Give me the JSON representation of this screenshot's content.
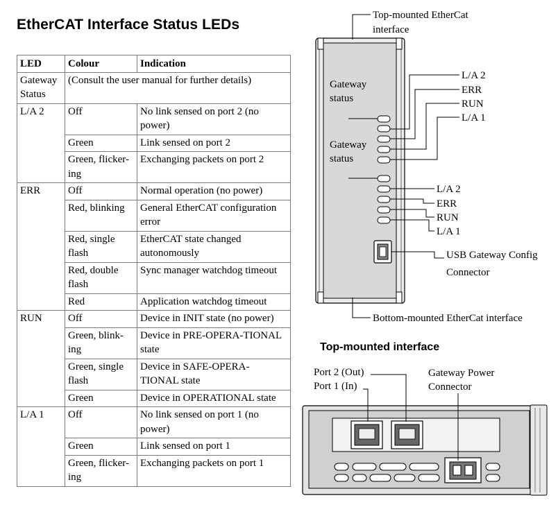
{
  "title": "EtherCAT Interface Status LEDs",
  "table": {
    "headers": [
      "LED",
      "Colour",
      "Indication"
    ],
    "gateway_status": {
      "led": "Gateway Status",
      "note": "(Consult the user manual for further details)"
    },
    "groups": [
      {
        "led": "L/A 2",
        "rows": [
          {
            "colour": "Off",
            "indication": "No link sensed on port 2 (no power)"
          },
          {
            "colour": "Green",
            "indication": "Link sensed on port 2"
          },
          {
            "colour": "Green, flicker-ing",
            "indication": "Exchanging packets on port 2"
          }
        ]
      },
      {
        "led": "ERR",
        "rows": [
          {
            "colour": "Off",
            "indication": "Normal operation (no power)"
          },
          {
            "colour": "Red, blinking",
            "indication": "General EtherCAT configuration error"
          },
          {
            "colour": "Red, single flash",
            "indication": "EtherCAT state changed autonomously"
          },
          {
            "colour": "Red, double flash",
            "indication": "Sync manager watchdog timeout"
          },
          {
            "colour": "Red",
            "indication": "Application watchdog timeout"
          }
        ]
      },
      {
        "led": "RUN",
        "rows": [
          {
            "colour": "Off",
            "indication": "Device in INIT state (no power)"
          },
          {
            "colour": "Green, blink-ing",
            "indication": "Device in PRE-OPERA-TIONAL state"
          },
          {
            "colour": "Green, single flash",
            "indication": "Device in SAFE-OPERA-TIONAL state"
          },
          {
            "colour": "Green",
            "indication": "Device in OPERATIONAL state"
          }
        ]
      },
      {
        "led": "L/A 1",
        "rows": [
          {
            "colour": "Off",
            "indication": "No link sensed on port 1 (no power)"
          },
          {
            "colour": "Green",
            "indication": "Link sensed on port 1"
          },
          {
            "colour": "Green, flicker-ing",
            "indication": "Exchanging packets on port 1"
          }
        ]
      }
    ]
  },
  "front_diagram": {
    "top_label_1": "Top-mounted EtherCat",
    "top_label_2": "interface",
    "gateway_status_1a": "Gateway",
    "gateway_status_1b": "status",
    "gateway_status_2a": "Gateway",
    "gateway_status_2b": "status",
    "upper_leds": [
      "L/A 2",
      "ERR",
      "RUN",
      "L/A 1"
    ],
    "lower_leds": [
      "L/A 2",
      "ERR",
      "RUN",
      "L/A 1"
    ],
    "usb_label_1": "USB Gateway Config",
    "usb_label_2": "Connector",
    "bottom_label": "Bottom-mounted EtherCat interface"
  },
  "top_interface": {
    "title": "Top-mounted interface",
    "port2": "Port 2 (Out)",
    "port1": "Port 1 (In)",
    "power_1": "Gateway Power",
    "power_2": "Connector"
  },
  "colors": {
    "housing": "#d6d6d6",
    "housing_dark": "#a8a8a8",
    "line": "#000000"
  }
}
